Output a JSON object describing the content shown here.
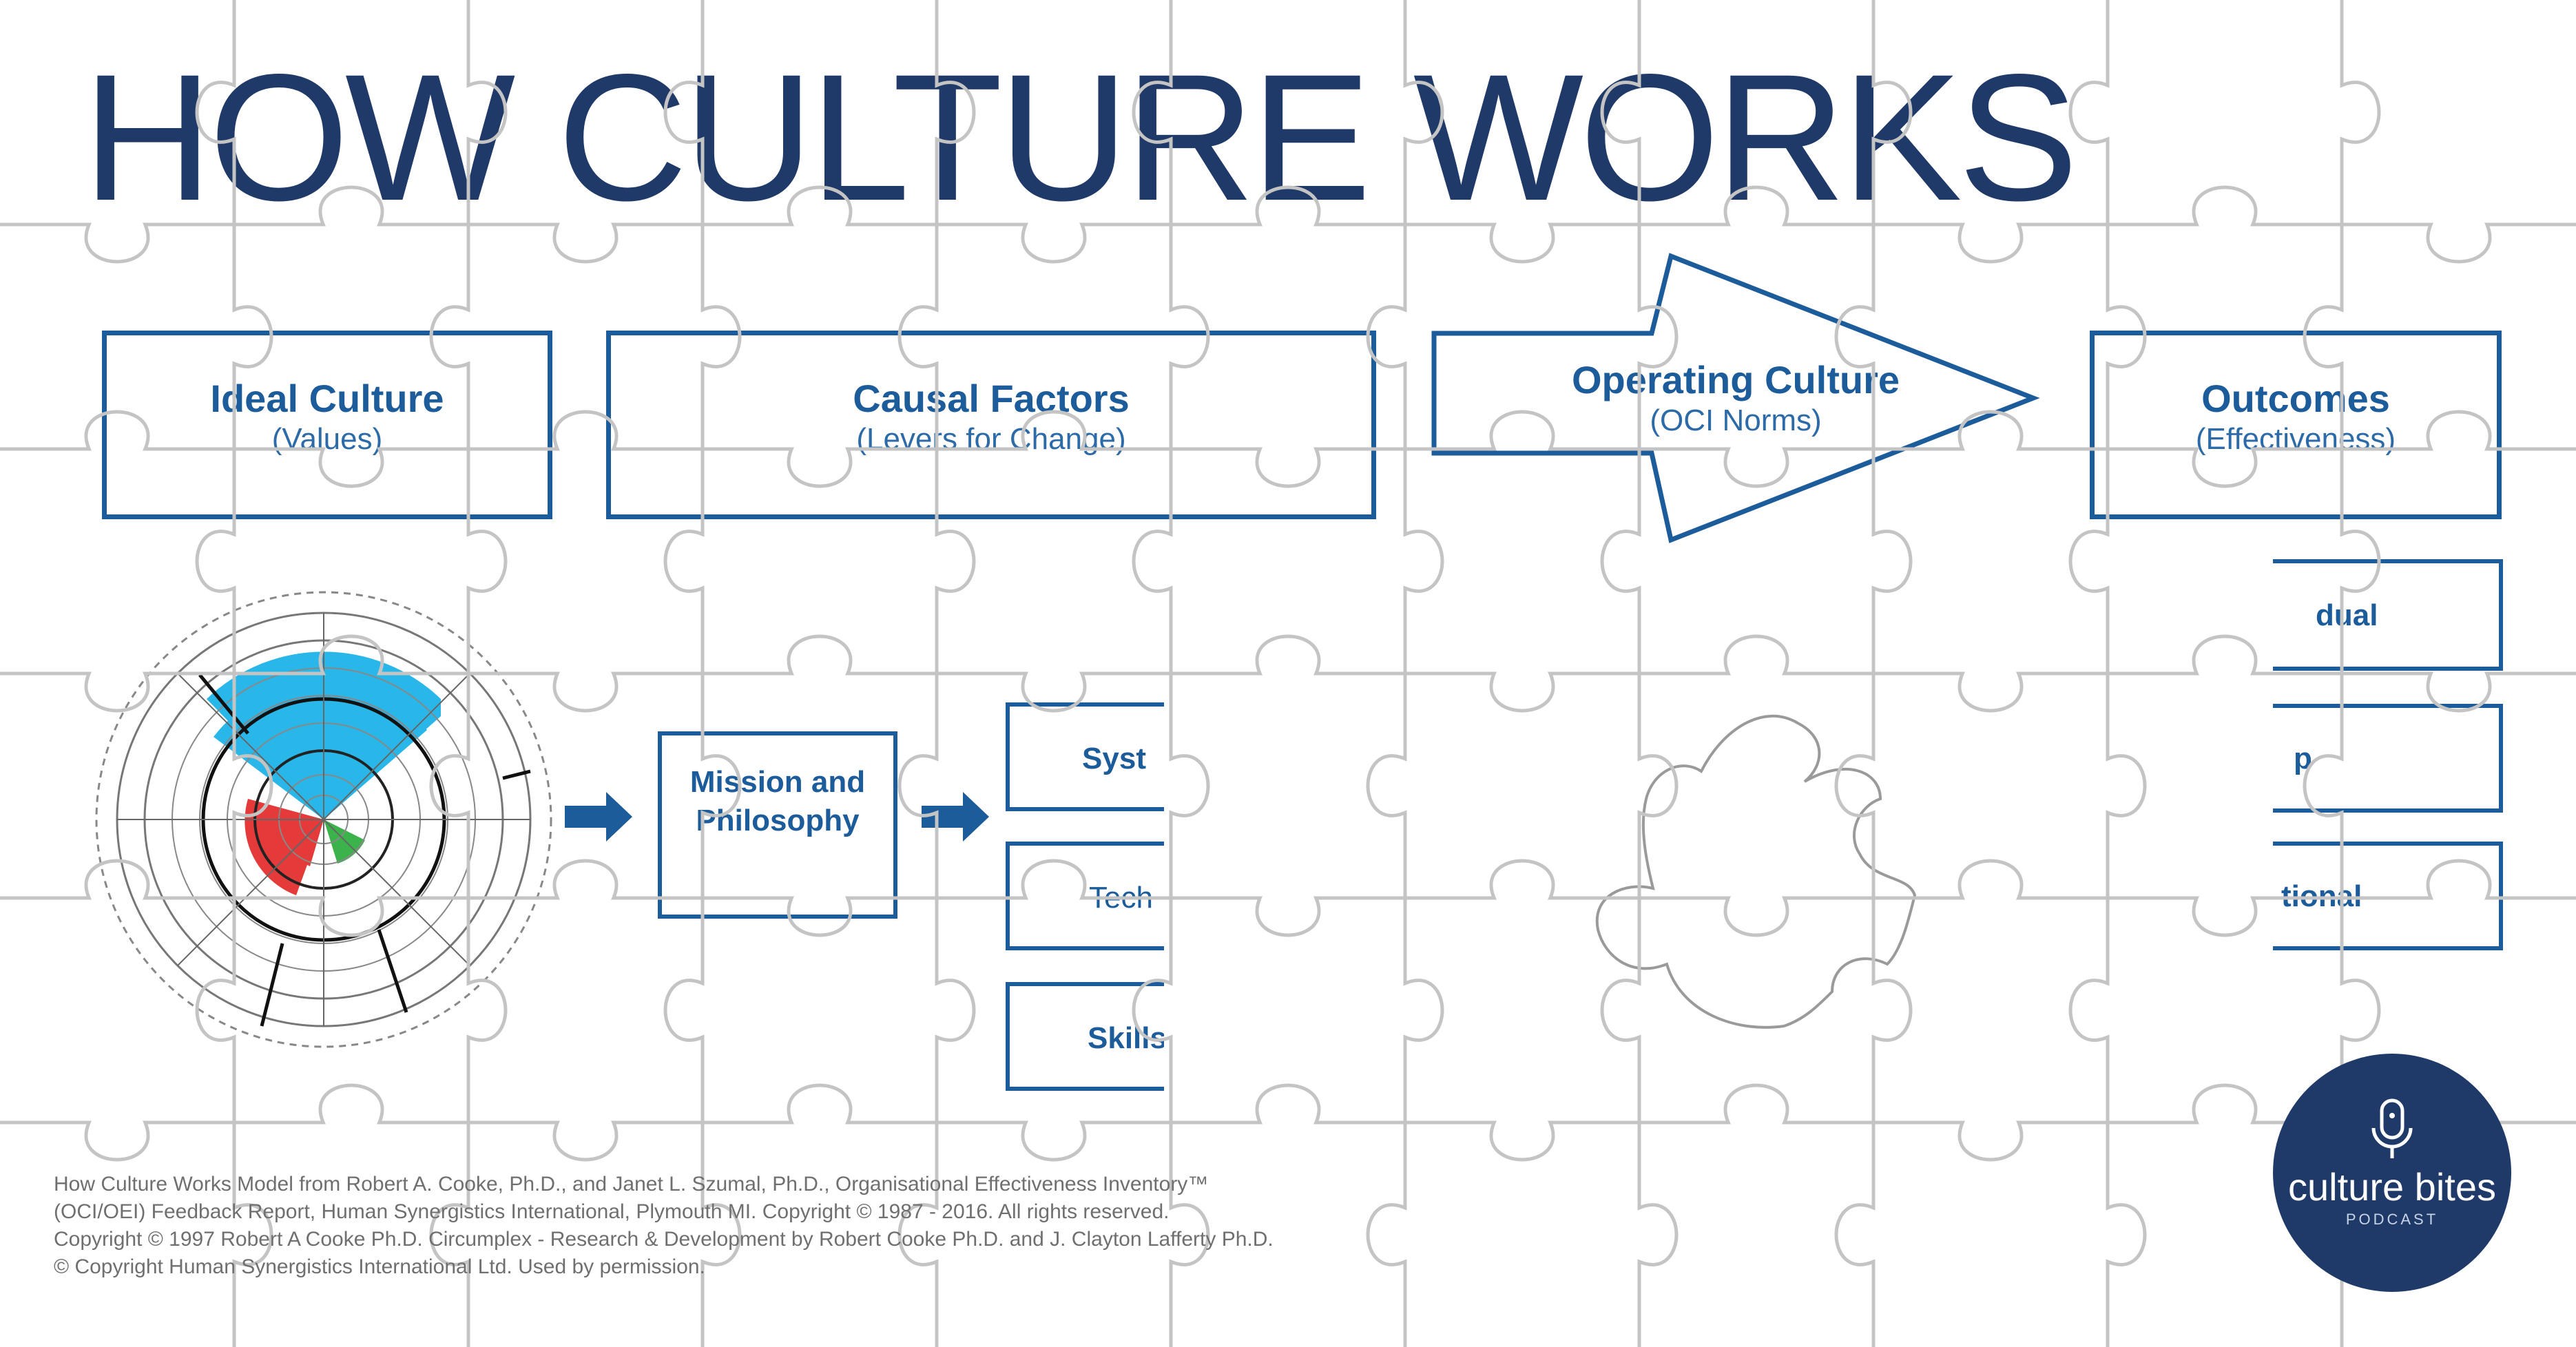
{
  "title": "HOW CULTURE WORKS",
  "headers": [
    {
      "title": "Ideal Culture",
      "subtitle": "(Values)"
    },
    {
      "title": "Causal Factors",
      "subtitle": "(Levers for Change)"
    },
    {
      "title": "Operating Culture",
      "subtitle": "(OCI Norms)"
    },
    {
      "title": "Outcomes",
      "subtitle": "(Effectiveness)"
    }
  ],
  "mission_box": "Mission and Philosophy",
  "lever_boxes": [
    "Syst",
    "Tech",
    "Skills/Qual"
  ],
  "outcome_boxes": [
    "dual",
    "p",
    "tional"
  ],
  "credits": [
    "How Culture Works Model from Robert A. Cooke, Ph.D., and Janet L. Szumal, Ph.D., Organisational Effectiveness Inventory™",
    "(OCI/OEI) Feedback Report, Human Synergistics International, Plymouth MI. Copyright © 1987 - 2016. All rights reserved.",
    "Copyright © 1997 Robert A Cooke Ph.D. Circumplex - Research & Development by Robert Cooke Ph.D. and J. Clayton Lafferty Ph.D.",
    "© Copyright Human Synergistics International Ltd. Used by permission."
  ],
  "logo": {
    "name": "culture bites",
    "tagline": "PODCAST"
  },
  "colors": {
    "navy": "#1f3a68",
    "accent_blue": "#1d5c9a",
    "cyan": "#29b6e8",
    "red": "#e53a3a",
    "green": "#3bb34a",
    "puzzle_line": "#c4c4c4"
  },
  "icons": [
    "arrow-right-icon",
    "microphone-icon",
    "circumplex-chart-icon"
  ]
}
